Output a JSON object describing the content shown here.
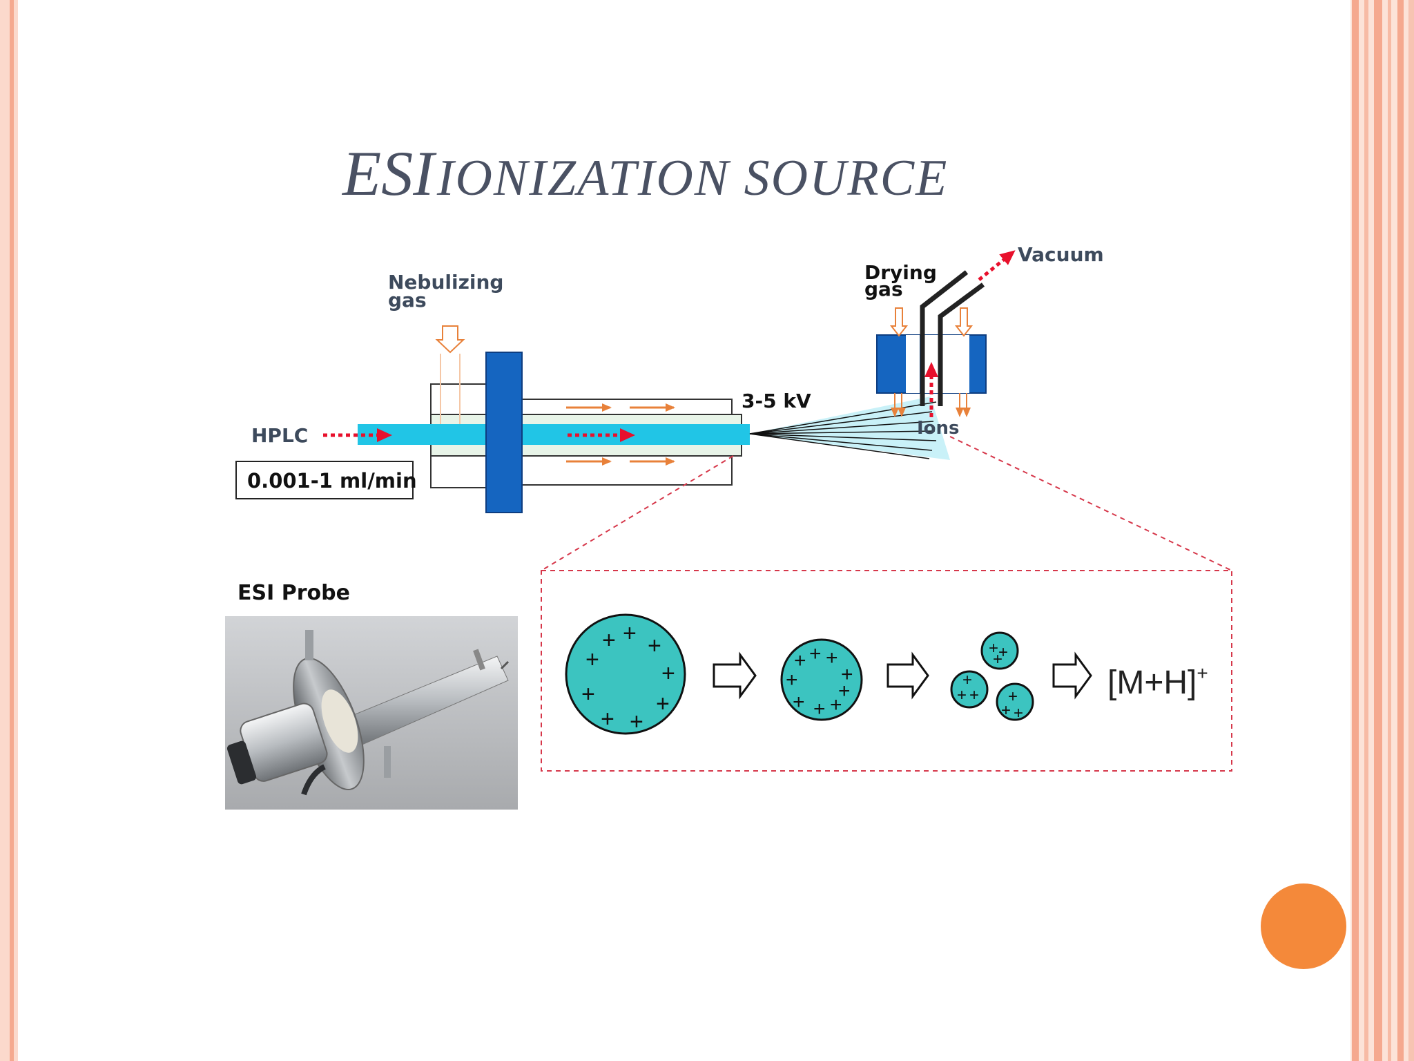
{
  "slide": {
    "title_main": "ESI",
    "title_rest": "IONIZATION SOURCE"
  },
  "diagram": {
    "nebulizing_gas_line1": "Nebulizing",
    "nebulizing_gas_line2": "gas",
    "hplc": "HPLC",
    "flow_rate": "0.001-1 ml/min",
    "voltage": "3-5 kV",
    "drying_gas_line1": "Drying",
    "drying_gas_line2": "gas",
    "vacuum": "Vacuum",
    "ions": "Ions",
    "esi_probe": "ESI Probe",
    "product_ion_base": "[M+H]",
    "product_ion_charge": "+",
    "charge_symbol": "+"
  },
  "colors": {
    "border_bars": "#f5a98f",
    "title": "#4a5163",
    "flange_blue": "#1565c0",
    "spray_cyan": "#21c5e6",
    "droplet_teal": "#3cc4c0",
    "flow_arrow_red": "#e8102c",
    "gas_arrow_orange": "#e8813a",
    "dashed_box_red": "#d6374a",
    "page_dot": "#f4893a"
  }
}
